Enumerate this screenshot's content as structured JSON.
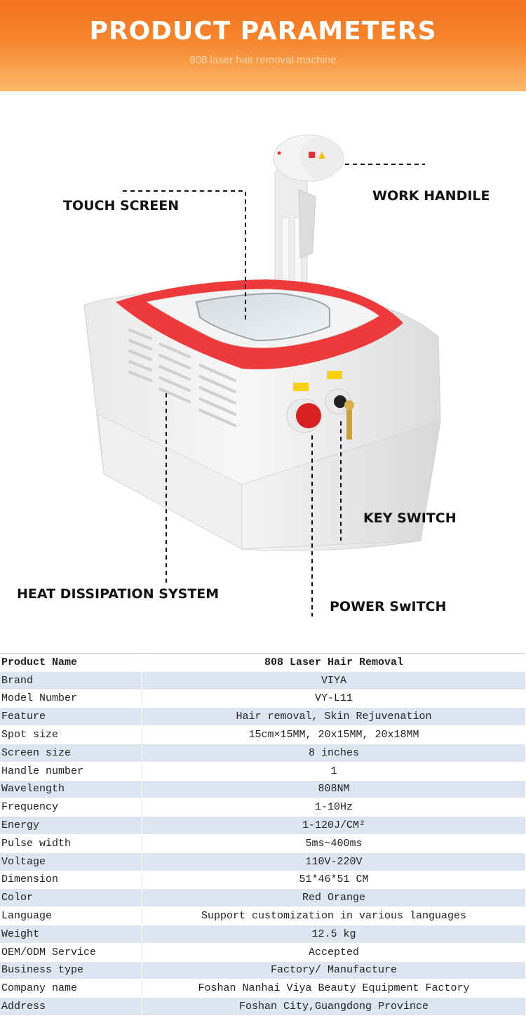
{
  "header": {
    "title": "PRODUCT PARAMETERS",
    "subtitle": "808 laser hair removal machine"
  },
  "callouts": {
    "touch_screen": "TOUCH SCREEN",
    "work_handle": "WORK HANDILE",
    "key_switch": "KEY SWITCH",
    "heat_dissipation": "HEAT DISSIPATION SYSTEM",
    "power_switch": "POWER SwITCH"
  },
  "colors": {
    "banner_top": "#f3711f",
    "banner_bottom": "#fbb86a",
    "machine_red": "#ee3a3a",
    "row_stripe": "#dde6f0"
  },
  "specs": {
    "header": {
      "label": "Product Name",
      "value": "808 Laser Hair Removal"
    },
    "rows": [
      {
        "label": "Brand",
        "value": "VIYA"
      },
      {
        "label": "Model Number",
        "value": "VY-L11"
      },
      {
        "label": "Feature",
        "value": "Hair removal, Skin Rejuvenation"
      },
      {
        "label": "Spot size",
        "value": "15cm×15MM,  20x15MM, 20x18MM"
      },
      {
        "label": "Screen size",
        "value": "8 inches"
      },
      {
        "label": "Handle number",
        "value": "1"
      },
      {
        "label": "Wavelength",
        "value": "808NM"
      },
      {
        "label": "Frequency",
        "value": "1-10Hz"
      },
      {
        "label": "Energy",
        "value": "1-120J/CM²"
      },
      {
        "label": "Pulse width",
        "value": "5ms~400ms"
      },
      {
        "label": "Voltage",
        "value": "110V-220V"
      },
      {
        "label": "Dimension",
        "value": "51*46*51 CM"
      },
      {
        "label": "Color",
        "value": "Red Orange"
      },
      {
        "label": "Language",
        "value": "Support customization in various languages"
      },
      {
        "label": "Weight",
        "value": "12.5 kg"
      },
      {
        "label": "OEM/ODM Service",
        "value": "Accepted"
      },
      {
        "label": "Business type",
        "value": "Factory/ Manufacture"
      },
      {
        "label": "Company name",
        "value": "Foshan Nanhai Viya Beauty Equipment Factory"
      },
      {
        "label": "Address",
        "value": "Foshan City,Guangdong Province"
      }
    ]
  }
}
